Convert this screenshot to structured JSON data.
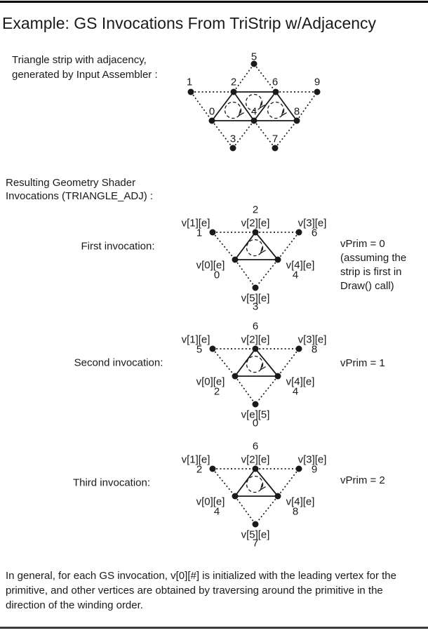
{
  "page": {
    "title": "Example: GS Invocations From TriStrip w/Adjacency",
    "intro_line1": "Triangle strip with adjacency,",
    "intro_line2": "generated by Input Assembler :",
    "section_line1": "Resulting Geometry Shader",
    "section_line2": "Invocations (TRIANGLE_ADJ) :",
    "footer_line1": "In general, for each GS invocation, v[0][#] is initialized with the leading vertex for the",
    "footer_line2": "primitive, and other vertices are obtained by traversing around the primitive in the",
    "footer_line3": "direction of the winding order."
  },
  "colors": {
    "ink": "#1a1a1a",
    "bottom_rule": "#3a3a3a"
  },
  "strip": {
    "n0": "0",
    "n1": "1",
    "n2": "2",
    "n3": "3",
    "n4": "4",
    "n5": "5",
    "n6": "6",
    "n7": "7",
    "n8": "8",
    "n9": "9"
  },
  "invocations": [
    {
      "label": "First invocation:",
      "top_num": "2",
      "v1": "v[1][e]",
      "n1": "1",
      "v2": "v[2][e]",
      "v3": "v[3][e]",
      "n3": "6",
      "v0": "v[0][e]",
      "n0": "0",
      "v4": "v[4][e]",
      "n4": "4",
      "v5": "v[5][e]",
      "n5": "3",
      "vprim": "vPrim = 0",
      "note1": "(assuming the",
      "note2": "strip is first in",
      "note3": "Draw() call)"
    },
    {
      "label": "Second invocation:",
      "top_num": "6",
      "v1": "v[1][e]",
      "n1": "5",
      "v2": "v[2][e]",
      "v3": "v[3][e]",
      "n3": "8",
      "v0": "v[0][e]",
      "n0": "2",
      "v4": "v[4][e]",
      "n4": "4",
      "v5": "v[e][5]",
      "n5": "0",
      "vprim": "vPrim = 1"
    },
    {
      "label": "Third invocation:",
      "top_num": "6",
      "v1": "v[1][e]",
      "n1": "2",
      "v2": "v[2][e]",
      "v3": "v[3][e]",
      "n3": "9",
      "v0": "v[0][e]",
      "n0": "4",
      "v4": "v[4][e]",
      "n4": "8",
      "v5": "v[5][e]",
      "n5": "7",
      "vprim": "vPrim = 2"
    }
  ]
}
